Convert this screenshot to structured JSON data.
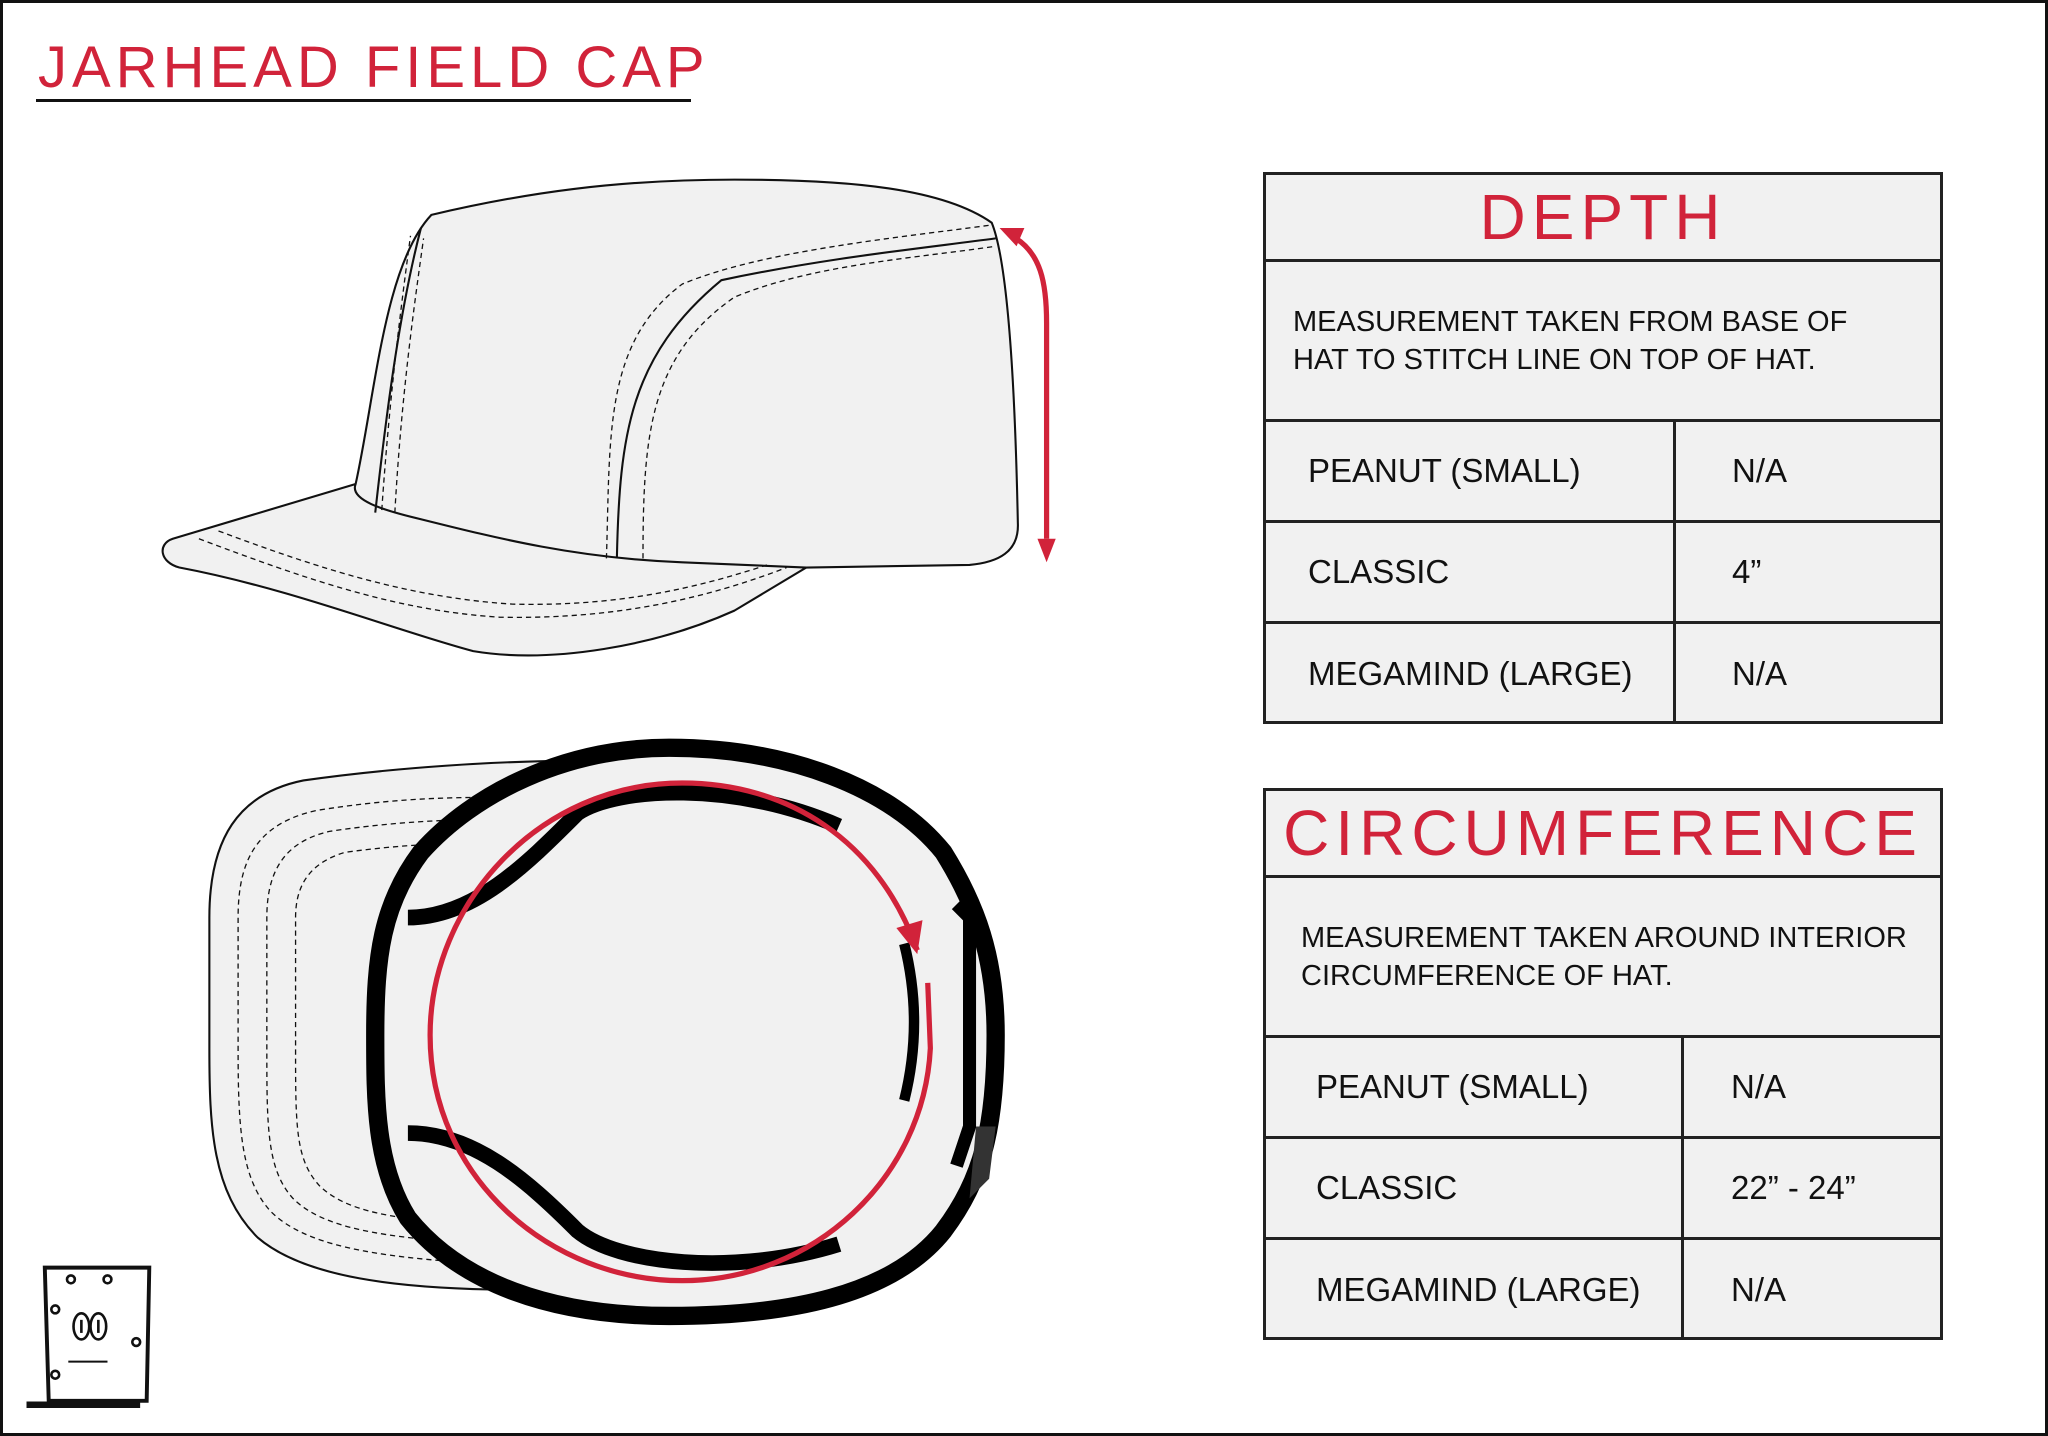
{
  "title": "JARHEAD FIELD CAP",
  "colors": {
    "accent": "#d1233a",
    "line": "#222222",
    "panel": "#f1f1f1"
  },
  "depth": {
    "heading": "DEPTH",
    "description_lines": [
      "MEASUREMENT TAKEN FROM BASE OF",
      "HAT TO STITCH LINE ON TOP OF HAT."
    ],
    "rows": [
      {
        "size": "PEANUT (SMALL)",
        "value": "N/A"
      },
      {
        "size": "CLASSIC",
        "value": "4”"
      },
      {
        "size": "MEGAMIND (LARGE)",
        "value": "N/A"
      }
    ]
  },
  "circumference": {
    "heading": "CIRCUMFERENCE",
    "description_lines": [
      "MEASUREMENT TAKEN AROUND INTERIOR",
      "CIRCUMFERENCE OF HAT."
    ],
    "rows": [
      {
        "size": "PEANUT (SMALL)",
        "value": "N/A"
      },
      {
        "size": "CLASSIC",
        "value": "22” - 24”"
      },
      {
        "size": "MEGAMIND (LARGE)",
        "value": "N/A"
      }
    ]
  },
  "icons": {
    "logo": "hand-drawn-face-logo",
    "depth_arrow": "vertical-double-arrow-icon",
    "circ_arrow": "circular-arrow-icon"
  }
}
